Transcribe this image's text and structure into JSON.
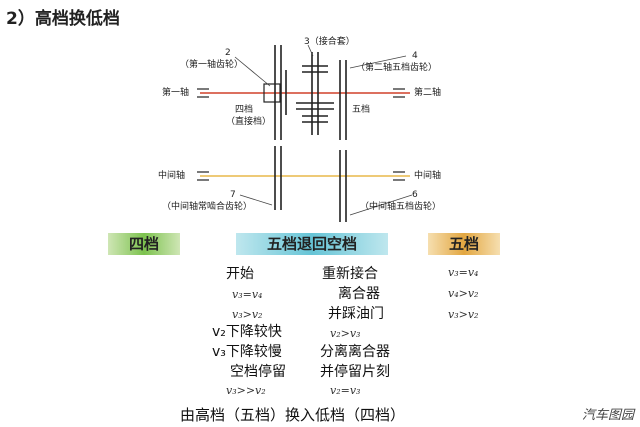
{
  "title": "2）高档换低档",
  "diagram": {
    "label_2": "2",
    "label_first_shaft_gear": "（第一轴齿轮）",
    "label_3": "3（接合套）",
    "label_4": "4",
    "label_second_shaft_5th_gear": "（第二轴五档齿轮）",
    "label_first_shaft": "第一轴",
    "label_second_shaft": "第二轴",
    "label_4th_gear": "四档",
    "label_direct_gear": "（直接档）",
    "label_5th_gear": "五档",
    "label_countershaft_left": "中间轴",
    "label_countershaft_right": "中间轴",
    "label_7": "7",
    "label_constant_mesh": "（中间轴常啮合齿轮）",
    "label_6": "6",
    "label_countershaft_5th": "（中间轴五档齿轮）",
    "colors": {
      "main_shaft": "#d0402a",
      "countershaft": "#e8b94a"
    }
  },
  "badges": {
    "fourth": "四档",
    "neutral": "五档退回空档",
    "fifth": "五档"
  },
  "left": {
    "start": "开始",
    "v3_eq_v4": "v₃=v₄",
    "v3_gt_v2": "v₃>v₂",
    "v2_fast": "v₂下降较快",
    "v3_slow": "v₃下降较慢",
    "neutral_stay": "空档停留",
    "v3_ggt_v2": "v₃>>v₂"
  },
  "middle": {
    "re_engage": "重新接合",
    "clutch": "离合器",
    "press_throttle": "并踩油门",
    "v2_gt_v3": "v₂>v₃",
    "separate_clutch": "分离离合器",
    "pause": "并停留片刻",
    "v2_eq_v3": "v₂=v₃"
  },
  "right": {
    "v3_eq_v4": "v₃=v₄",
    "v4_gt_v2": "v₄>v₂",
    "v3_gt_v2": "v₃>v₂"
  },
  "bottom_caption": "由高档（五档）换入低档（四档）",
  "watermark": "汽车图园"
}
